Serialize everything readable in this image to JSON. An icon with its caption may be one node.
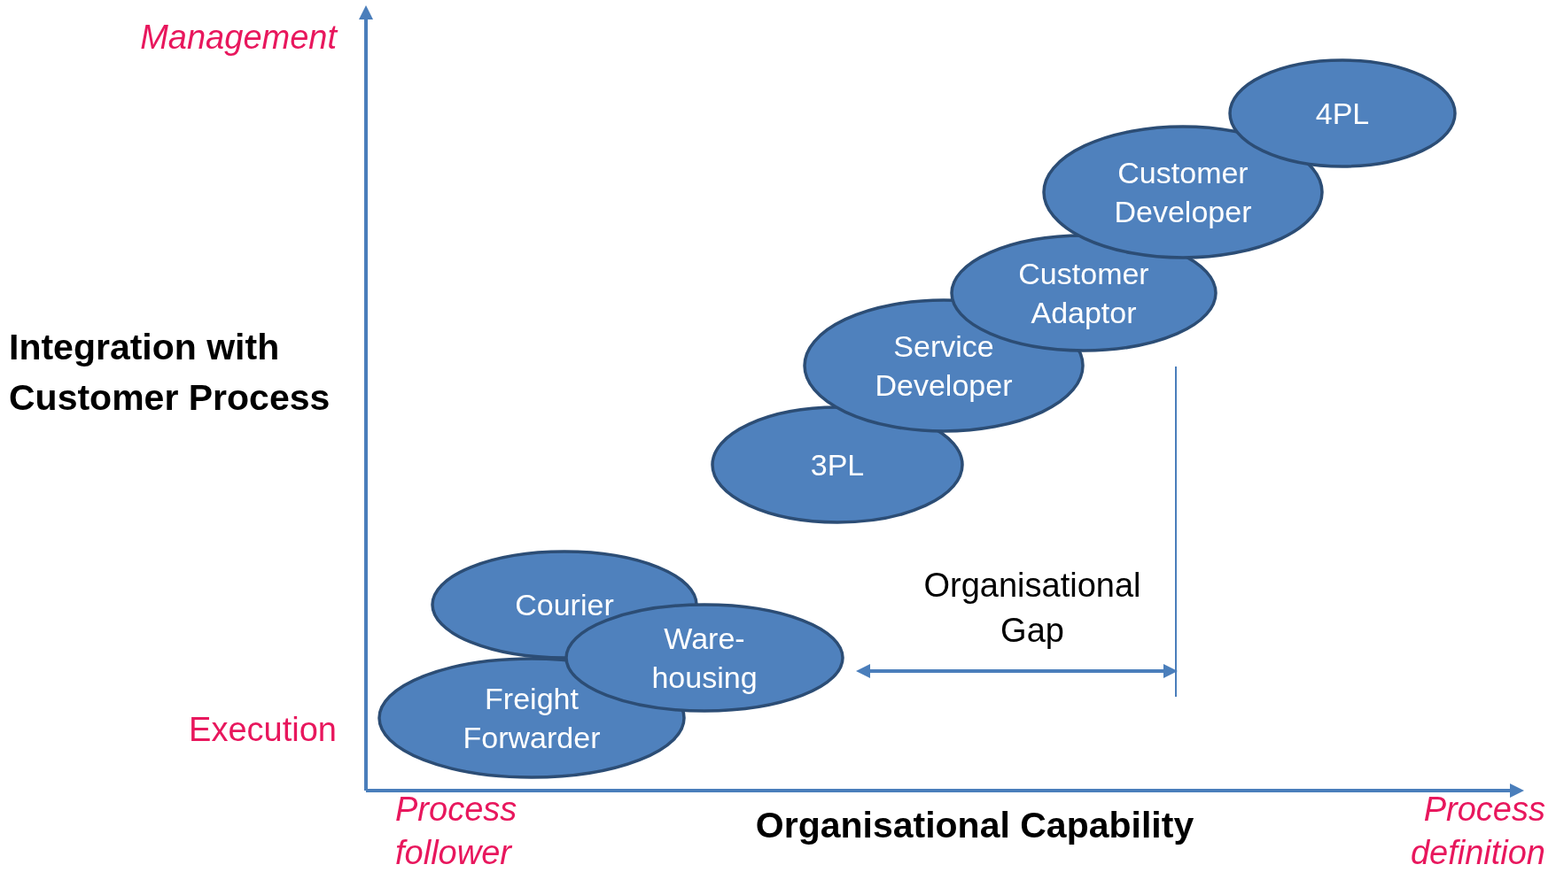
{
  "diagram": {
    "nodes": [
      {
        "text": [
          "4PL"
        ]
      },
      {
        "text": [
          "Customer Developer"
        ]
      },
      {
        "text": [
          "Customer Adaptor"
        ]
      },
      {
        "text": [
          "Service Developer"
        ]
      },
      {
        "text": [
          "3PL"
        ]
      },
      {
        "text": [
          "Courier"
        ]
      },
      {
        "text": [
          "Ware- housing"
        ]
      },
      {
        "text": [
          "Freight Forwarder"
        ]
      }
    ],
    "labels": [
      "Management",
      "Integration with Customer Process",
      "Organisational Gap",
      "Execution",
      "Process follower",
      "Organisational Capability",
      "Process definition"
    ]
  }
}
